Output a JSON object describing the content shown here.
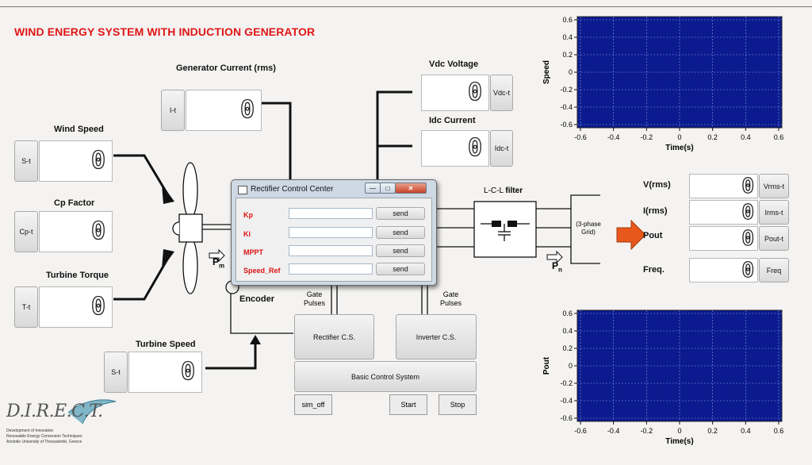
{
  "title": "WIND ENERGY SYSTEM WITH INDUCTION GENERATOR",
  "measurements": {
    "wind_speed": {
      "label": "Wind Speed",
      "button": "S-t",
      "value": "0"
    },
    "cp_factor": {
      "label": "Cp Factor",
      "button": "Cp-t",
      "value": "0"
    },
    "turbine_torque": {
      "label": "Turbine Torque",
      "button": "T-t",
      "value": "0"
    },
    "generator_current": {
      "label": "Generator Current (rms)",
      "button": "I-t",
      "value": "0"
    },
    "turbine_speed": {
      "label": "Turbine Speed",
      "button": "S-t",
      "value": "0"
    },
    "vdc": {
      "label": "Vdc Voltage",
      "button": "Vdc-t",
      "value": "0"
    },
    "idc": {
      "label": "Idc Current",
      "button": "Idc-t",
      "value": "0"
    },
    "vrms": {
      "label": "V(rms)",
      "button": "Vrms-t",
      "value": "0"
    },
    "irms": {
      "label": "I(rms)",
      "button": "Irms-t",
      "value": "0"
    },
    "pout": {
      "label": "Pout",
      "button": "Pout-t",
      "value": "0"
    },
    "freq": {
      "label": "Freq.",
      "button": "Freq",
      "value": "0"
    }
  },
  "diagram": {
    "pm_label": "P",
    "pm_sub": "m",
    "pn_label": "P",
    "pn_sub": "n",
    "encoder": "Encoder",
    "gate_pulses_1": "Gate\nPulses",
    "gate_pulses_2": "Gate\nPulses",
    "filter_label_1": "L-C-L ",
    "filter_label_2": "filter",
    "grid_label": "(3-phase\nGrid)"
  },
  "controls": {
    "rectifier_cs": "Rectifier C.S.",
    "inverter_cs": "Inverter C.S.",
    "basic_cs": "Basic Control System",
    "sim_off": "sim_off",
    "start": "Start",
    "stop": "Stop"
  },
  "dialog": {
    "title": "Rectifier Control Center",
    "rows": [
      {
        "label": "Kp",
        "value": "",
        "send": "send"
      },
      {
        "label": "Ki",
        "value": "",
        "send": "send"
      },
      {
        "label": "MPPT",
        "value": "",
        "send": "send"
      },
      {
        "label": "Speed_Ref",
        "value": "",
        "send": "send"
      }
    ]
  },
  "charts": {
    "colors": {
      "plot_bg": "#0b1b8f",
      "grid": "#8a9ae0",
      "axis_label": "#1a1a8c"
    },
    "speed": {
      "ylabel": "Speed",
      "xlabel": "Time(s)"
    },
    "pout": {
      "ylabel": "Pout",
      "xlabel": "Time(s)"
    },
    "y_ticks": [
      "0.6",
      "0.4",
      "0.2",
      "0",
      "-0.2",
      "-0.4",
      "-0.6"
    ],
    "x_ticks": [
      "-0.6",
      "-0.4",
      "-0.2",
      "0",
      "0.2",
      "0.4",
      "0.6"
    ]
  },
  "logo": {
    "name": "D.I.R.E.C.T.",
    "line1": "Development of Innovative",
    "line2": "Renewable Energy Conversion Techniques",
    "line3": "Aristotle University of Thessaloniki, Greece"
  }
}
